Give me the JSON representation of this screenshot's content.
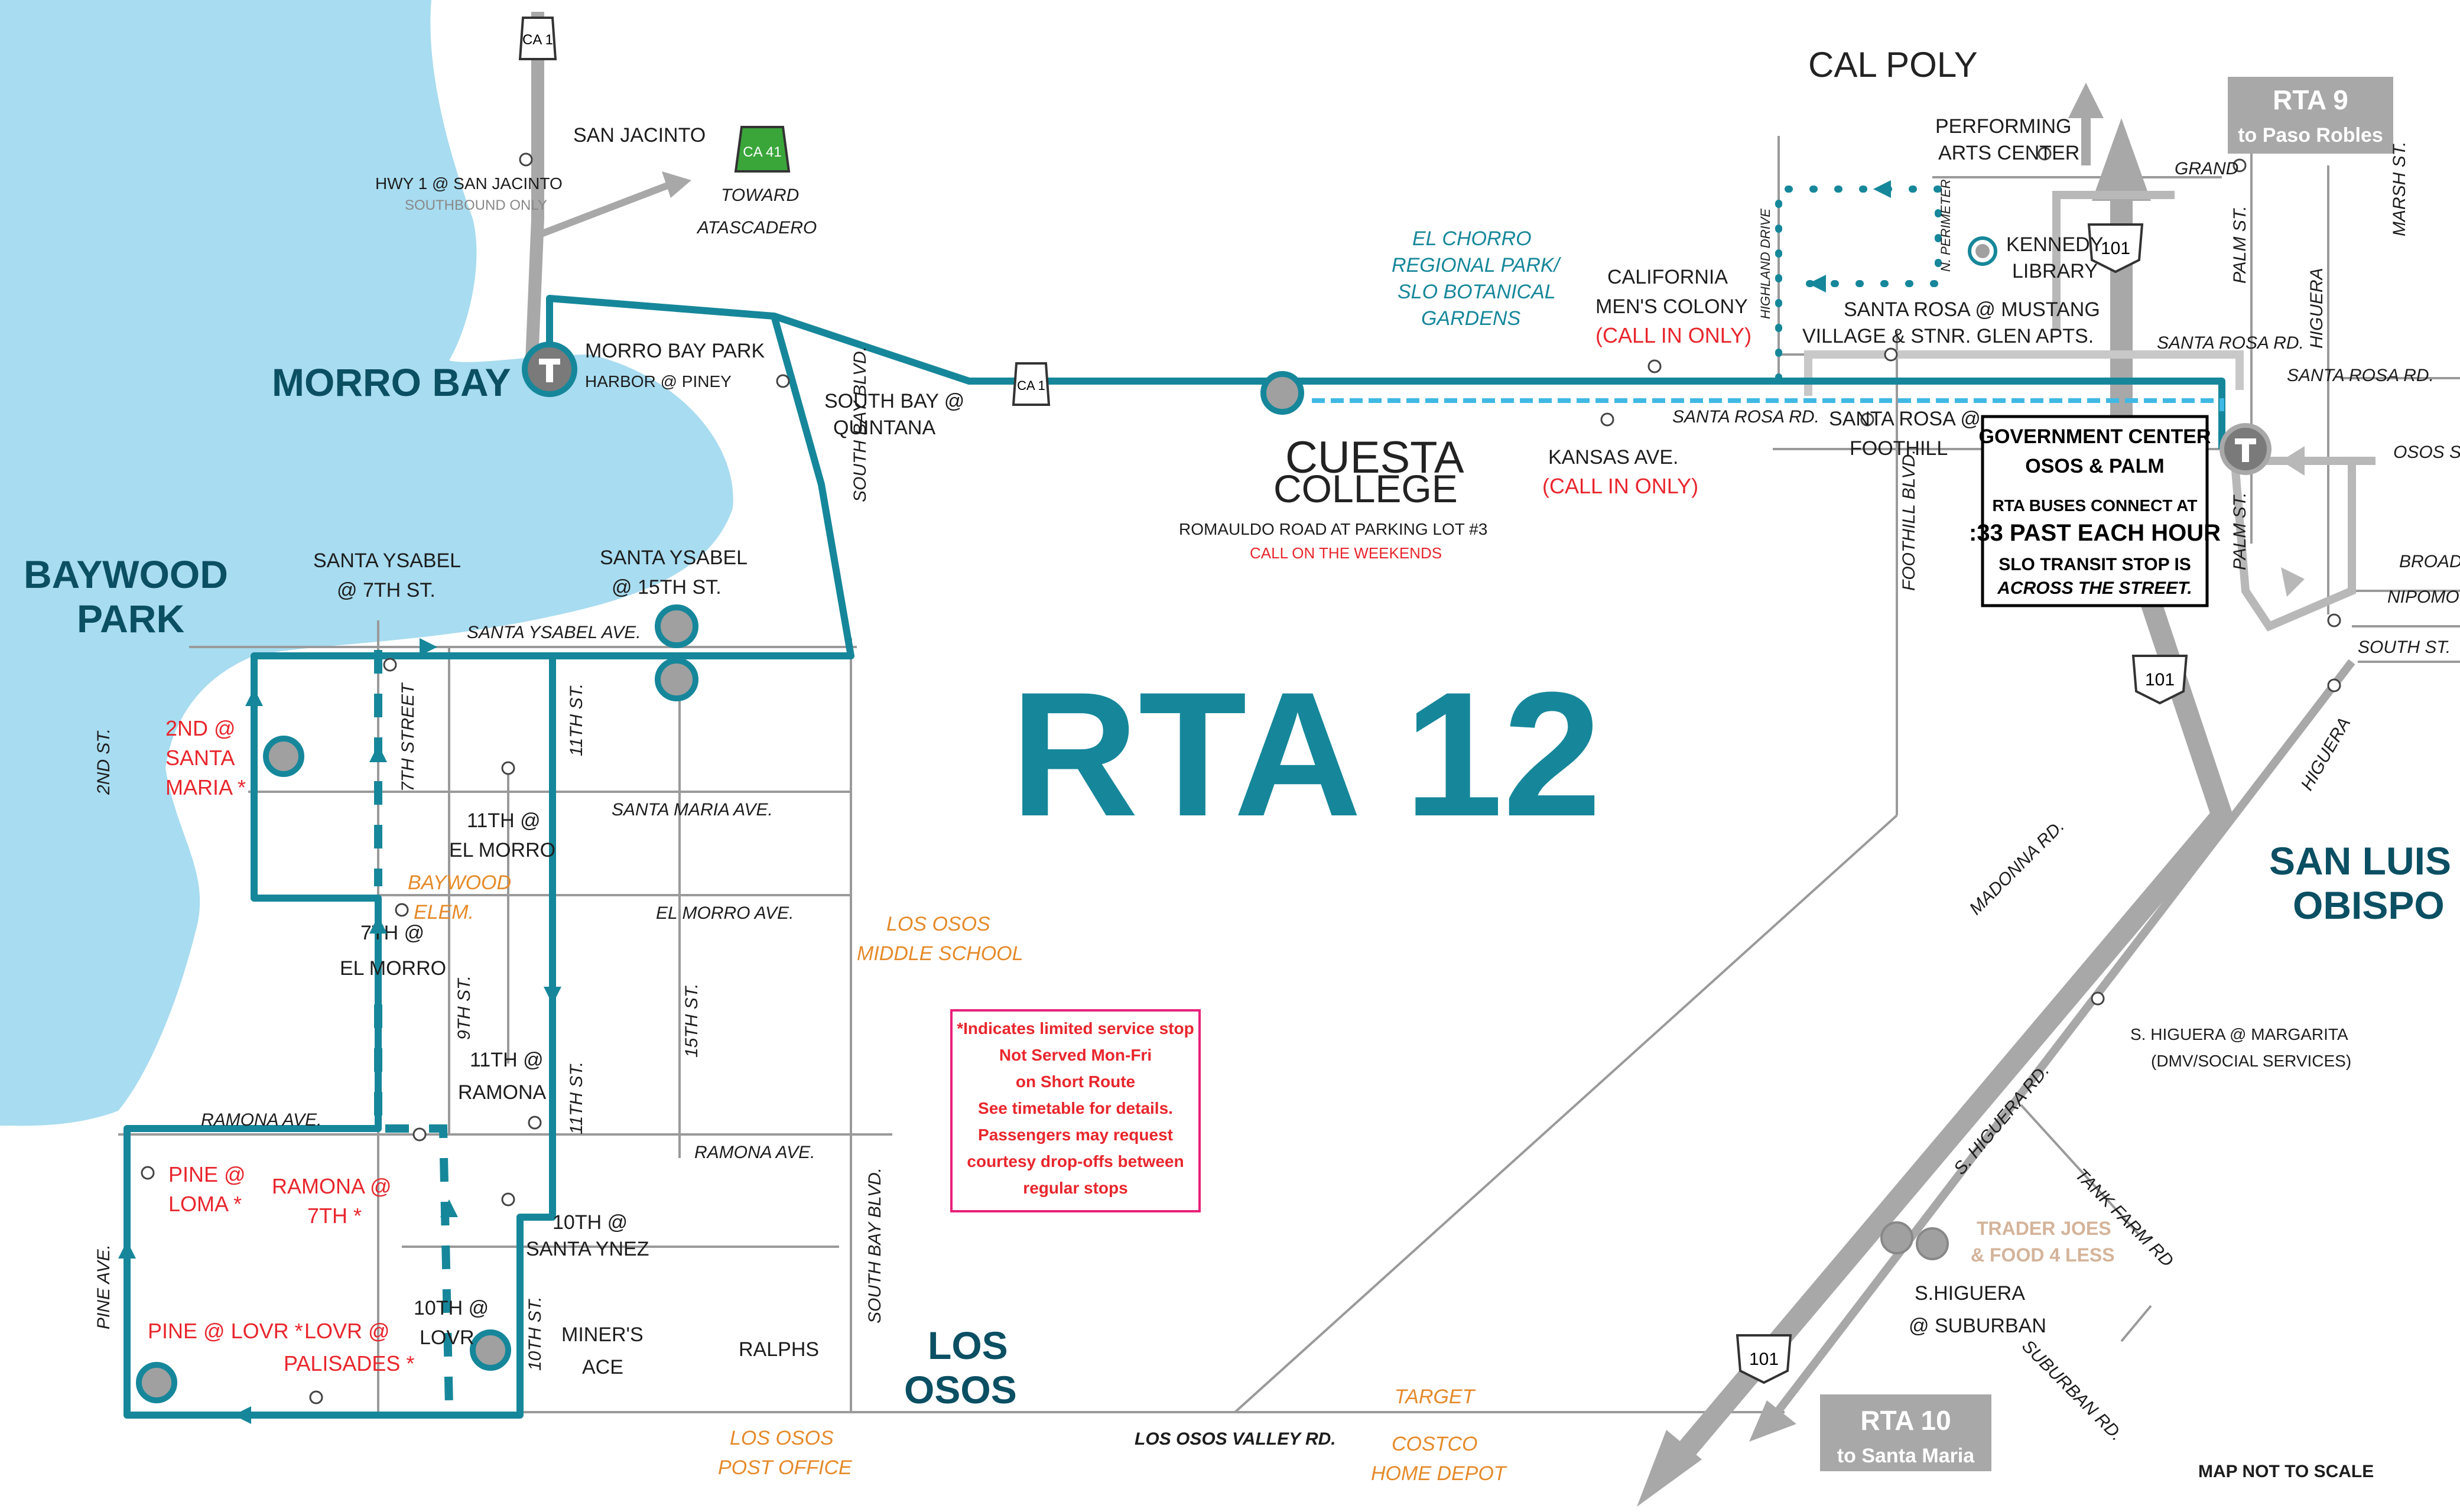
{
  "title": "RTA 12",
  "note": "MAP NOT TO SCALE",
  "cities": {
    "morro_bay": "MORRO BAY",
    "baywood_park_1": "BAYWOOD",
    "baywood_park_2": "PARK",
    "los_osos_1": "LOS",
    "los_osos_2": "OSOS",
    "slo_1": "SAN LUIS",
    "slo_2": "OBISPO"
  },
  "transfers": {
    "rta9_title": "RTA 9",
    "rta9_sub": "to Paso Robles",
    "rta10_title": "RTA 10",
    "rta10_sub": "to Santa Maria"
  },
  "gov_center": {
    "line1": "GOVERNMENT CENTER",
    "line2": "OSOS & PALM",
    "line3": "RTA BUSES CONNECT AT",
    "line4": ":33 PAST EACH HOUR",
    "line5": "SLO TRANSIT STOP IS",
    "line6": "ACROSS THE STREET."
  },
  "limited_note": {
    "line1": "*Indicates limited service stop",
    "line2": "Not Served Mon-Fri",
    "line3": "on Short Route",
    "line4": "See timetable for details.",
    "line5": "Passengers may request",
    "line6": "courtesy drop-offs between",
    "line7": "regular stops"
  },
  "highways": {
    "ca1": "CA 1",
    "ca41": "CA 41",
    "us101": "101",
    "toward_1": "TOWARD",
    "toward_2": "ATASCADERO"
  },
  "stops": {
    "san_jacinto": "SAN JACINTO",
    "hwy1_sj": "HWY 1 @ SAN JACINTO",
    "sb_only": "SOUTHBOUND ONLY",
    "mbpark_1": "MORRO BAY PARK",
    "mbpark_2": "HARBOR @ PINEY",
    "southbay_1": "SOUTH BAY @",
    "southbay_2": "QUINTANA",
    "elchorro_1": "EL CHORRO",
    "elchorro_2": "REGIONAL PARK/",
    "elchorro_3": "SLO BOTANICAL",
    "elchorro_4": "GARDENS",
    "cmc_1": "CALIFORNIA",
    "cmc_2": "MEN'S COLONY",
    "cmc_3": "(CALL IN ONLY)",
    "cuesta_1": "CUESTA",
    "cuesta_2": "COLLEGE",
    "cuesta_3": "ROMAULDO ROAD AT PARKING LOT #3",
    "cuesta_4": "CALL ON THE WEEKENDS",
    "kansas_1": "KANSAS AVE.",
    "kansas_2": "(CALL IN ONLY)",
    "calpoly": "CAL POLY",
    "pac_1": "PERFORMING",
    "pac_2": "ARTS CENTER",
    "kennedy_1": "KENNEDY",
    "kennedy_2": "LIBRARY",
    "mustang_1": "SANTA ROSA @ MUSTANG",
    "mustang_2": "VILLAGE & STNR. GLEN APTS.",
    "foothill_1": "SANTA ROSA @",
    "foothill_2": "FOOTHILL",
    "sy7_1": "SANTA YSABEL",
    "sy7_2": "@ 7TH ST.",
    "sy15_1": "SANTA YSABEL",
    "sy15_2": "@ 15TH ST.",
    "sm2_1": "2ND @",
    "sm2_2": "SANTA",
    "sm2_3": "MARIA *",
    "em11_1": "11TH @",
    "em11_2": "EL MORRO",
    "baywood_elem_1": "BAYWOOD",
    "baywood_elem_2": "ELEM.",
    "em7_1": "7TH @",
    "em7_2": "EL MORRO",
    "lomiddle_1": "LOS OSOS",
    "lomiddle_2": "MIDDLE SCHOOL",
    "ram11_1": "11TH @",
    "ram11_2": "RAMONA",
    "pineloma_1": "PINE @",
    "pineloma_2": "LOMA *",
    "ram7_1": "RAMONA @",
    "ram7_2": "7TH *",
    "sy10_1": "10TH @",
    "sy10_2": "SANTA YNEZ",
    "lovr10_1": "10TH @",
    "lovr10_2": "LOVR",
    "miners_1": "MINER'S",
    "miners_2": "ACE",
    "ralphs": "RALPHS",
    "pinelovr": "PINE @ LOVR *",
    "lovrpal_1": "LOVR @",
    "lovrpal_2": "PALISADES *",
    "lopo_1": "LOS OSOS",
    "lopo_2": "POST OFFICE",
    "target": "TARGET",
    "costco_1": "COSTCO",
    "costco_2": "HOME DEPOT",
    "margarita_1": "S. HIGUERA @ MARGARITA",
    "margarita_2": "(DMV/SOCIAL SERVICES)",
    "trader_1": "TRADER JOES",
    "trader_2": "& FOOD 4 LESS",
    "suburban_1": "S.HIGUERA",
    "suburban_2": "@ SUBURBAN"
  },
  "streets": {
    "santa_ysabel": "SANTA YSABEL AVE.",
    "santa_maria": "SANTA MARIA AVE.",
    "el_morro": "EL MORRO AVE.",
    "ramona_w": "RAMONA AVE.",
    "ramona_e": "RAMONA AVE.",
    "pine": "PINE AVE.",
    "second": "2ND ST.",
    "seventh": "7TH STREET",
    "ninth": "9TH ST.",
    "tenth": "10TH ST.",
    "eleventh_n": "11TH ST.",
    "eleventh_s": "11TH ST.",
    "fifteenth": "15TH ST.",
    "south_bay_n": "SOUTH BAY BLVD.",
    "south_bay_s": "SOUTH BAY BLVD.",
    "lovr": "LOS OSOS VALLEY RD.",
    "santa_rosa_w": "SANTA   ROSA RD.",
    "santa_rosa_e": "SANTA ROSA RD.",
    "santa_rosa_far": "SANTA   ROSA RD.",
    "foothill": "FOOTHILL BLVD.",
    "highland": "HIGHLAND DRIVE",
    "perimeter": "N. PERIMETER",
    "grand": "GRAND",
    "palm_n": "PALM ST.",
    "palm_s": "PALM ST.",
    "higuera_n": "HIGUERA",
    "higuera_s": "HIGUERA",
    "marsh": "MARSH ST.",
    "osos": "OSOS   S",
    "broad": "BROAD S",
    "nipomo": "NIPOMO S",
    "south_st": "SOUTH ST.",
    "madonna": "MADONNA RD.",
    "s_higuera": "S. HIGUERA RD.",
    "tank_farm": "TANK FARM RD",
    "suburban": "SUBURBAN RD."
  },
  "colors": {
    "route": "#16879a",
    "water": "#a8dcf0",
    "highway": "#a8a8a8",
    "red": "#e8262d",
    "orange": "#e58a2a",
    "city": "#0b4f63"
  }
}
